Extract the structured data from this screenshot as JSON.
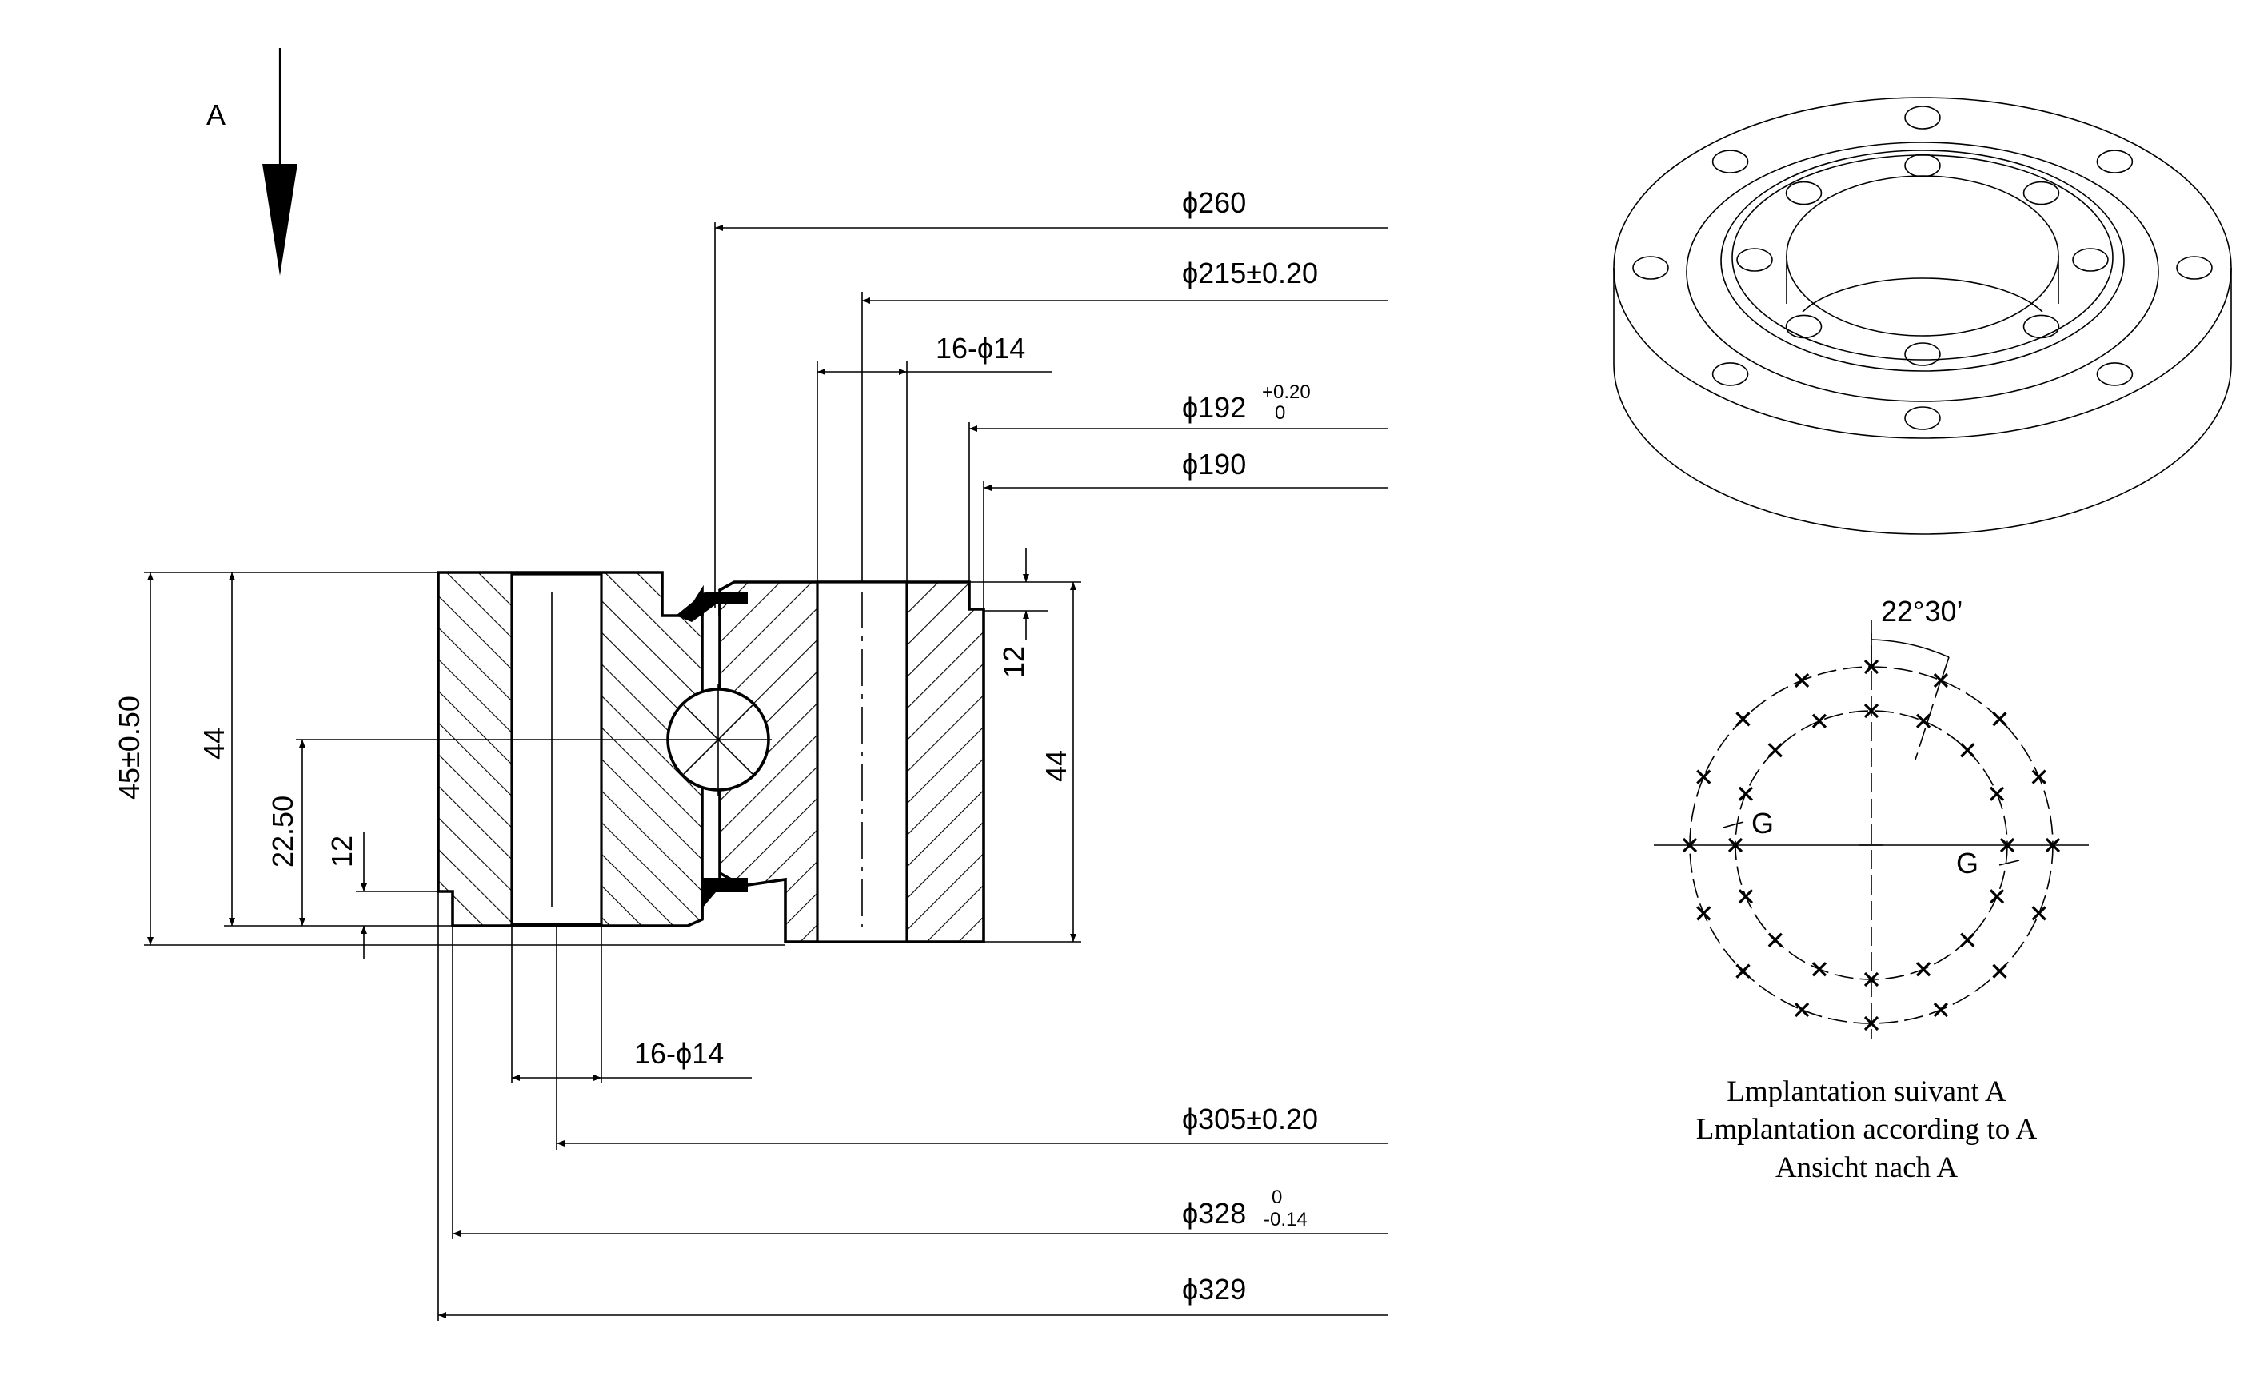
{
  "view_label": "A",
  "dims": {
    "d260": "ϕ260",
    "d215": "ϕ215±0.20",
    "holes_upper": "16-ϕ14",
    "d192": "ϕ192",
    "d192_tol_upper": "+0.20",
    "d192_tol_lower": "0",
    "d190": "ϕ190",
    "h12_right": "12",
    "h44_right": "44",
    "h45": "45±0.50",
    "h44_left": "44",
    "h22_50": "22.50",
    "h12_left": "12",
    "holes_lower": "16-ϕ14",
    "d305": "ϕ305±0.20",
    "d328": "ϕ328",
    "d328_tol_upper": "0",
    "d328_tol_lower": "-0.14",
    "d329": "ϕ329"
  },
  "pattern": {
    "angle": "22°30’",
    "g_left": "G",
    "g_right": "G",
    "caption_fr": "Lmplantation suivant A",
    "caption_en": "Lmplantation according to A",
    "caption_de": "Ansicht nach A"
  }
}
